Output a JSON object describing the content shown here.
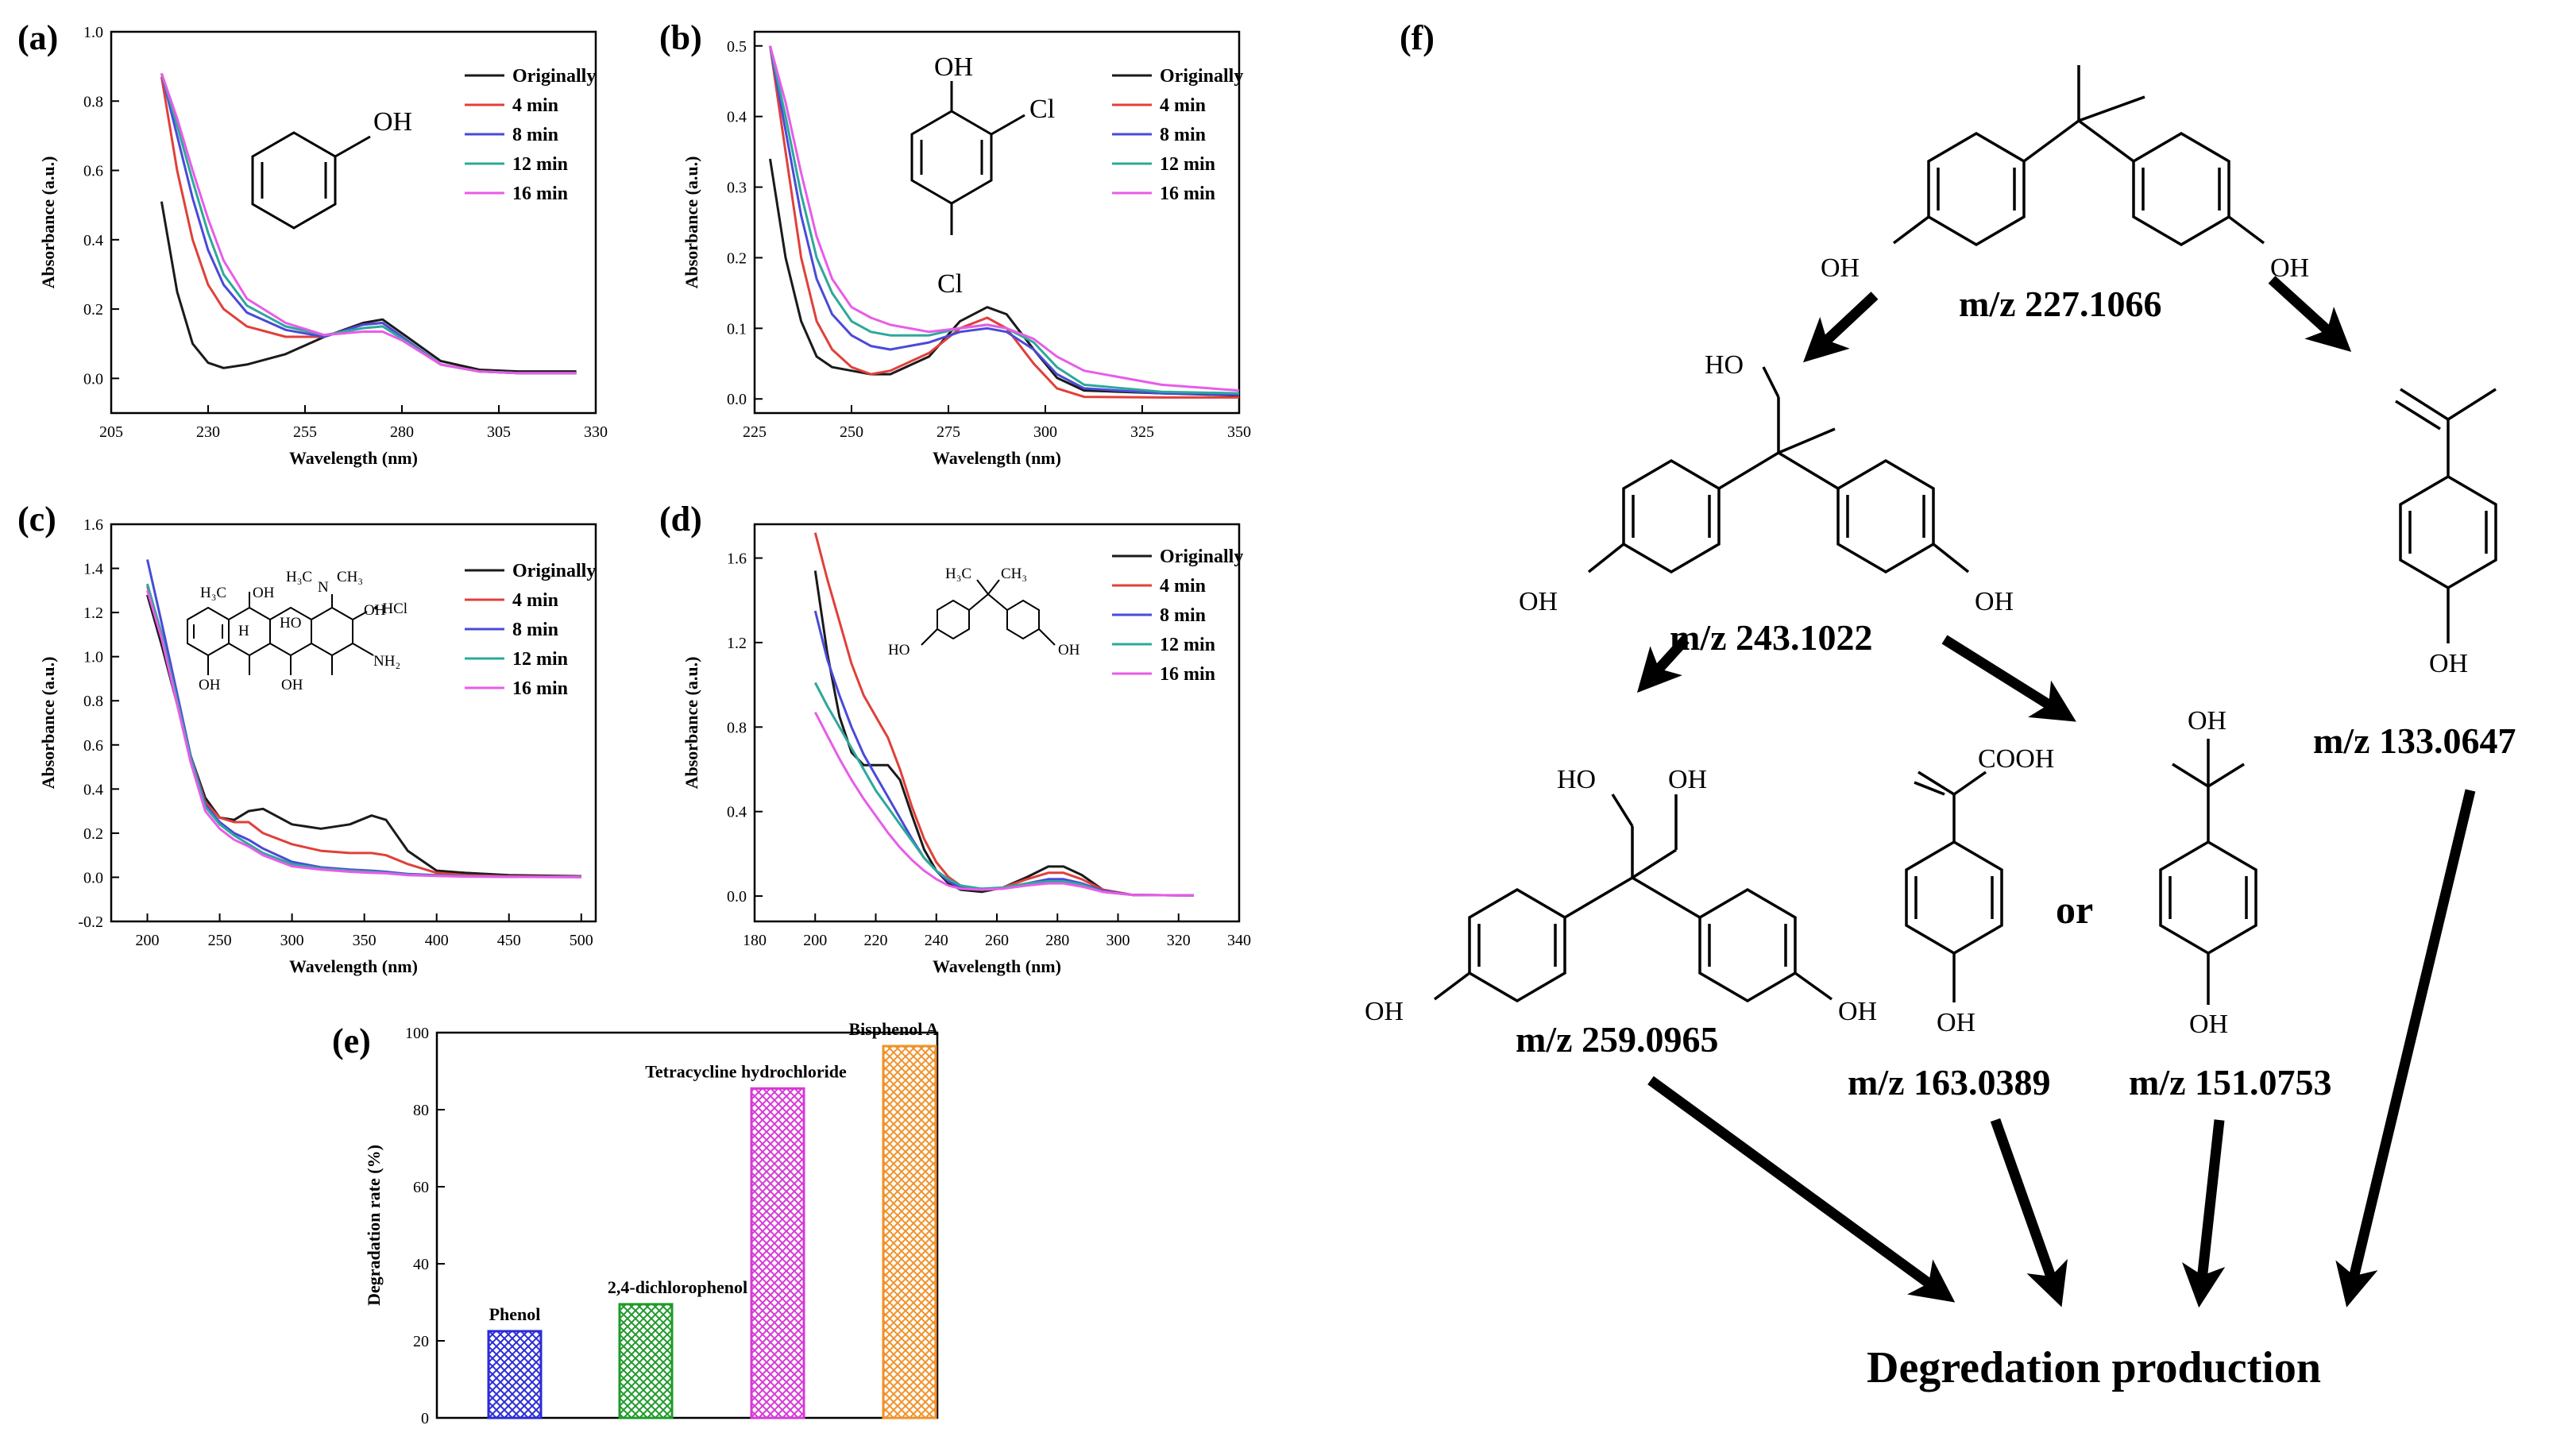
{
  "panels": {
    "a": {
      "letter": "(a)"
    },
    "b": {
      "letter": "(b)"
    },
    "c": {
      "letter": "(c)"
    },
    "d": {
      "letter": "(d)"
    },
    "e": {
      "letter": "(e)"
    },
    "f": {
      "letter": "(f)"
    }
  },
  "chart_data": [
    {
      "id": "a",
      "type": "line",
      "xlabel": "Wavelength (nm)",
      "ylabel": "Absorbance (a.u.)",
      "xlim": [
        205,
        330
      ],
      "ylim": [
        -0.1,
        1.0
      ],
      "xticks": [
        205,
        230,
        255,
        280,
        305,
        330
      ],
      "yticks": [
        0.0,
        0.2,
        0.4,
        0.6,
        0.8,
        1.0
      ],
      "ytick_labels": [
        "0.0",
        "0.2",
        "0.4",
        "0.6",
        "0.8",
        "1.0"
      ],
      "legend": "top-right",
      "series": [
        {
          "name": "Originally",
          "color": "#1a1a1a",
          "x": [
            218,
            222,
            226,
            230,
            234,
            240,
            250,
            260,
            270,
            275,
            280,
            290,
            300,
            310,
            325
          ],
          "y": [
            0.51,
            0.25,
            0.1,
            0.045,
            0.03,
            0.04,
            0.07,
            0.12,
            0.16,
            0.17,
            0.13,
            0.05,
            0.025,
            0.02,
            0.02
          ]
        },
        {
          "name": "4 min",
          "color": "#e0403a",
          "x": [
            218,
            222,
            226,
            230,
            234,
            240,
            250,
            260,
            270,
            275,
            280,
            290,
            300,
            310,
            325
          ],
          "y": [
            0.87,
            0.6,
            0.4,
            0.27,
            0.2,
            0.15,
            0.12,
            0.12,
            0.155,
            0.16,
            0.12,
            0.04,
            0.02,
            0.015,
            0.015
          ]
        },
        {
          "name": "8 min",
          "color": "#4a4ad8",
          "x": [
            218,
            222,
            226,
            230,
            234,
            240,
            250,
            260,
            270,
            275,
            280,
            290,
            300,
            310,
            325
          ],
          "y": [
            0.88,
            0.7,
            0.52,
            0.37,
            0.27,
            0.19,
            0.14,
            0.12,
            0.155,
            0.16,
            0.12,
            0.04,
            0.02,
            0.015,
            0.015
          ]
        },
        {
          "name": "12 min",
          "color": "#2ea89a",
          "x": [
            218,
            222,
            226,
            230,
            234,
            240,
            250,
            260,
            270,
            275,
            280,
            290,
            300,
            310,
            325
          ],
          "y": [
            0.88,
            0.73,
            0.57,
            0.42,
            0.3,
            0.21,
            0.15,
            0.125,
            0.145,
            0.15,
            0.115,
            0.04,
            0.02,
            0.015,
            0.015
          ]
        },
        {
          "name": "16 min",
          "color": "#e85ce8",
          "x": [
            218,
            222,
            226,
            230,
            234,
            240,
            250,
            260,
            270,
            275,
            280,
            290,
            300,
            310,
            325
          ],
          "y": [
            0.88,
            0.75,
            0.6,
            0.46,
            0.34,
            0.23,
            0.16,
            0.125,
            0.135,
            0.135,
            0.11,
            0.04,
            0.02,
            0.015,
            0.015
          ]
        }
      ]
    },
    {
      "id": "b",
      "type": "line",
      "xlabel": "Wavelength (nm)",
      "ylabel": "Absorbance (a.u.)",
      "xlim": [
        225,
        350
      ],
      "ylim": [
        -0.02,
        0.52
      ],
      "xticks": [
        225,
        250,
        275,
        300,
        325,
        350
      ],
      "yticks": [
        0.0,
        0.1,
        0.2,
        0.3,
        0.4,
        0.5
      ],
      "ytick_labels": [
        "0.0",
        "0.1",
        "0.2",
        "0.3",
        "0.4",
        "0.5"
      ],
      "legend": "top-right",
      "series": [
        {
          "name": "Originally",
          "color": "#1a1a1a",
          "x": [
            229,
            233,
            237,
            241,
            245,
            250,
            255,
            260,
            270,
            278,
            285,
            290,
            297,
            303,
            310,
            330,
            350
          ],
          "y": [
            0.34,
            0.2,
            0.11,
            0.06,
            0.045,
            0.04,
            0.035,
            0.035,
            0.06,
            0.11,
            0.13,
            0.12,
            0.07,
            0.03,
            0.012,
            0.008,
            0.005
          ]
        },
        {
          "name": "4 min",
          "color": "#e0403a",
          "x": [
            229,
            233,
            237,
            241,
            245,
            250,
            255,
            260,
            270,
            278,
            285,
            290,
            297,
            303,
            310,
            330,
            350
          ],
          "y": [
            0.5,
            0.35,
            0.2,
            0.11,
            0.07,
            0.045,
            0.035,
            0.04,
            0.065,
            0.1,
            0.115,
            0.1,
            0.05,
            0.015,
            0.003,
            0.002,
            0.002
          ]
        },
        {
          "name": "8 min",
          "color": "#4a4ad8",
          "x": [
            229,
            233,
            237,
            241,
            245,
            250,
            255,
            260,
            270,
            278,
            285,
            290,
            297,
            303,
            310,
            330,
            350
          ],
          "y": [
            0.5,
            0.38,
            0.26,
            0.17,
            0.12,
            0.09,
            0.075,
            0.07,
            0.08,
            0.095,
            0.1,
            0.095,
            0.07,
            0.035,
            0.015,
            0.008,
            0.006
          ]
        },
        {
          "name": "12 min",
          "color": "#2ea89a",
          "x": [
            229,
            233,
            237,
            241,
            245,
            250,
            255,
            260,
            270,
            278,
            285,
            290,
            297,
            303,
            310,
            330,
            350
          ],
          "y": [
            0.5,
            0.4,
            0.29,
            0.2,
            0.15,
            0.11,
            0.095,
            0.09,
            0.09,
            0.1,
            0.105,
            0.1,
            0.08,
            0.045,
            0.02,
            0.01,
            0.008
          ]
        },
        {
          "name": "16 min",
          "color": "#e85ce8",
          "x": [
            229,
            233,
            237,
            241,
            245,
            250,
            255,
            260,
            270,
            278,
            285,
            290,
            297,
            303,
            310,
            330,
            350
          ],
          "y": [
            0.5,
            0.42,
            0.32,
            0.23,
            0.17,
            0.13,
            0.115,
            0.105,
            0.095,
            0.1,
            0.105,
            0.1,
            0.085,
            0.06,
            0.04,
            0.02,
            0.012
          ]
        }
      ]
    },
    {
      "id": "c",
      "type": "line",
      "xlabel": "Wavelength (nm)",
      "ylabel": "Absorbance (a.u.)",
      "xlim": [
        175,
        510
      ],
      "ylim": [
        -0.2,
        1.6
      ],
      "xticks": [
        200,
        250,
        300,
        350,
        400,
        450,
        500
      ],
      "yticks": [
        -0.2,
        0.0,
        0.2,
        0.4,
        0.6,
        0.8,
        1.0,
        1.2,
        1.4,
        1.6
      ],
      "ytick_labels": [
        "-0.2",
        "0.0",
        "0.2",
        "0.4",
        "0.6",
        "0.8",
        "1.0",
        "1.2",
        "1.4",
        "1.6"
      ],
      "legend": "top-right",
      "series": [
        {
          "name": "Originally",
          "color": "#1a1a1a",
          "x": [
            200,
            210,
            220,
            230,
            240,
            250,
            260,
            270,
            280,
            300,
            320,
            340,
            355,
            365,
            380,
            400,
            420,
            450,
            500
          ],
          "y": [
            1.28,
            1.05,
            0.8,
            0.55,
            0.36,
            0.27,
            0.26,
            0.3,
            0.31,
            0.24,
            0.22,
            0.24,
            0.28,
            0.26,
            0.12,
            0.03,
            0.02,
            0.01,
            0.005
          ]
        },
        {
          "name": "4 min",
          "color": "#e0403a",
          "x": [
            200,
            210,
            220,
            230,
            240,
            250,
            260,
            270,
            280,
            300,
            320,
            340,
            355,
            365,
            380,
            400,
            420,
            450,
            500
          ],
          "y": [
            1.32,
            1.1,
            0.82,
            0.55,
            0.34,
            0.27,
            0.25,
            0.25,
            0.2,
            0.15,
            0.12,
            0.11,
            0.11,
            0.1,
            0.06,
            0.02,
            0.01,
            0.005,
            0.003
          ]
        },
        {
          "name": "8 min",
          "color": "#4a4ad8",
          "x": [
            200,
            210,
            220,
            230,
            240,
            250,
            260,
            270,
            280,
            300,
            320,
            340,
            355,
            365,
            380,
            400,
            420,
            450,
            500
          ],
          "y": [
            1.44,
            1.15,
            0.85,
            0.55,
            0.33,
            0.25,
            0.2,
            0.17,
            0.13,
            0.07,
            0.045,
            0.035,
            0.03,
            0.025,
            0.015,
            0.01,
            0.005,
            0.003,
            0.002
          ]
        },
        {
          "name": "12 min",
          "color": "#2ea89a",
          "x": [
            200,
            210,
            220,
            230,
            240,
            250,
            260,
            270,
            280,
            300,
            320,
            340,
            355,
            365,
            380,
            400,
            420,
            450,
            500
          ],
          "y": [
            1.33,
            1.1,
            0.82,
            0.54,
            0.32,
            0.24,
            0.19,
            0.15,
            0.11,
            0.06,
            0.04,
            0.03,
            0.025,
            0.02,
            0.012,
            0.008,
            0.004,
            0.002,
            0.001
          ]
        },
        {
          "name": "16 min",
          "color": "#e85ce8",
          "x": [
            200,
            210,
            220,
            230,
            240,
            250,
            260,
            270,
            280,
            300,
            320,
            340,
            355,
            365,
            380,
            400,
            420,
            450,
            500
          ],
          "y": [
            1.3,
            1.08,
            0.8,
            0.52,
            0.3,
            0.22,
            0.17,
            0.14,
            0.1,
            0.05,
            0.035,
            0.025,
            0.02,
            0.018,
            0.01,
            0.006,
            0.003,
            0.002,
            0.001
          ]
        }
      ]
    },
    {
      "id": "d",
      "type": "line",
      "xlabel": "Wavelength (nm)",
      "ylabel": "Absorbance (a.u.)",
      "xlim": [
        180,
        340
      ],
      "ylim": [
        -0.12,
        1.76
      ],
      "xticks": [
        180,
        200,
        220,
        240,
        260,
        280,
        300,
        320,
        340
      ],
      "yticks": [
        0.0,
        0.4,
        0.8,
        1.2,
        1.6
      ],
      "ytick_labels": [
        "0.0",
        "0.4",
        "0.8",
        "1.2",
        "1.6"
      ],
      "legend": "top-right",
      "series": [
        {
          "name": "Originally",
          "color": "#1a1a1a",
          "x": [
            200,
            204,
            208,
            212,
            216,
            220,
            224,
            228,
            232,
            236,
            240,
            244,
            248,
            255,
            262,
            270,
            277,
            282,
            288,
            295,
            305,
            325
          ],
          "y": [
            1.54,
            1.15,
            0.85,
            0.68,
            0.62,
            0.62,
            0.62,
            0.55,
            0.38,
            0.22,
            0.12,
            0.06,
            0.03,
            0.02,
            0.04,
            0.09,
            0.14,
            0.14,
            0.1,
            0.03,
            0.005,
            0.003
          ]
        },
        {
          "name": "4 min",
          "color": "#e0403a",
          "x": [
            200,
            204,
            208,
            212,
            216,
            220,
            224,
            228,
            232,
            236,
            240,
            244,
            248,
            255,
            262,
            270,
            277,
            282,
            288,
            295,
            305,
            325
          ],
          "y": [
            1.72,
            1.5,
            1.3,
            1.1,
            0.95,
            0.85,
            0.75,
            0.6,
            0.42,
            0.27,
            0.16,
            0.09,
            0.05,
            0.03,
            0.04,
            0.08,
            0.11,
            0.11,
            0.08,
            0.03,
            0.005,
            0.003
          ]
        },
        {
          "name": "8 min",
          "color": "#4a4ad8",
          "x": [
            200,
            204,
            208,
            212,
            216,
            220,
            224,
            228,
            232,
            236,
            240,
            244,
            248,
            255,
            262,
            270,
            277,
            282,
            288,
            295,
            305,
            325
          ],
          "y": [
            1.35,
            1.12,
            0.95,
            0.8,
            0.67,
            0.57,
            0.47,
            0.37,
            0.27,
            0.18,
            0.12,
            0.07,
            0.04,
            0.03,
            0.035,
            0.06,
            0.08,
            0.08,
            0.06,
            0.025,
            0.005,
            0.003
          ]
        },
        {
          "name": "12 min",
          "color": "#2ea89a",
          "x": [
            200,
            204,
            208,
            212,
            216,
            220,
            224,
            228,
            232,
            236,
            240,
            244,
            248,
            255,
            262,
            270,
            277,
            282,
            288,
            295,
            305,
            325
          ],
          "y": [
            1.01,
            0.9,
            0.8,
            0.7,
            0.6,
            0.5,
            0.42,
            0.34,
            0.26,
            0.18,
            0.12,
            0.08,
            0.05,
            0.035,
            0.04,
            0.06,
            0.07,
            0.07,
            0.055,
            0.02,
            0.005,
            0.003
          ]
        },
        {
          "name": "16 min",
          "color": "#e85ce8",
          "x": [
            200,
            204,
            208,
            212,
            216,
            220,
            224,
            228,
            232,
            236,
            240,
            244,
            248,
            255,
            262,
            270,
            277,
            282,
            288,
            295,
            305,
            325
          ],
          "y": [
            0.87,
            0.76,
            0.65,
            0.55,
            0.46,
            0.38,
            0.3,
            0.23,
            0.17,
            0.12,
            0.08,
            0.05,
            0.035,
            0.03,
            0.035,
            0.05,
            0.06,
            0.06,
            0.045,
            0.02,
            0.005,
            0.003
          ]
        }
      ]
    },
    {
      "id": "e",
      "type": "bar",
      "ylabel": "Degradation rate (%)",
      "ylim": [
        0,
        100
      ],
      "yticks": [
        0,
        20,
        40,
        60,
        80,
        100
      ],
      "ytick_labels": [
        "0",
        "20",
        "40",
        "60",
        "80",
        "100"
      ],
      "categories": [
        "Phenol",
        "2,4-dichlorophenol",
        "Tetracycline hydrochloride",
        "Bisphenol A"
      ],
      "values": [
        22.5,
        29.5,
        85.5,
        96.5
      ],
      "colors": [
        "#2b2bd6",
        "#1f9a2a",
        "#d63ad6",
        "#f0922a"
      ]
    }
  ],
  "structures": {
    "phenol_oh": "OH",
    "dcp_oh": "OH",
    "dcp_cl1": "Cl",
    "dcp_cl2": "Cl",
    "tc_hcl": "• HCl",
    "tc_oh1": "OH",
    "tc_oh2": "OH",
    "tc_oh3": "OH",
    "tc_oh4": "OH",
    "tc_ho": "HO",
    "tc_nh2": "NH₂",
    "tc_h": "H",
    "tc_h3c": "H₃C",
    "tc_n": "N",
    "tc_ch3": "CH₃",
    "tc_h3c2": "H₃C",
    "bpa_ch3": "CH₃",
    "bpa_h3c": "H₃C",
    "bpa_ho": "HO",
    "bpa_oh": "OH"
  },
  "pathway": {
    "mz_227": "m/z 227.1066",
    "mz_243": "m/z 243.1022",
    "mz_259": "m/z 259.0965",
    "mz_163": "m/z 163.0389",
    "mz_151": "m/z 151.0753",
    "mz_133": "m/z 133.0647",
    "or_text": "or",
    "final": "Degredation production",
    "oh": "OH",
    "ho": "HO",
    "cooh": "COOH"
  }
}
